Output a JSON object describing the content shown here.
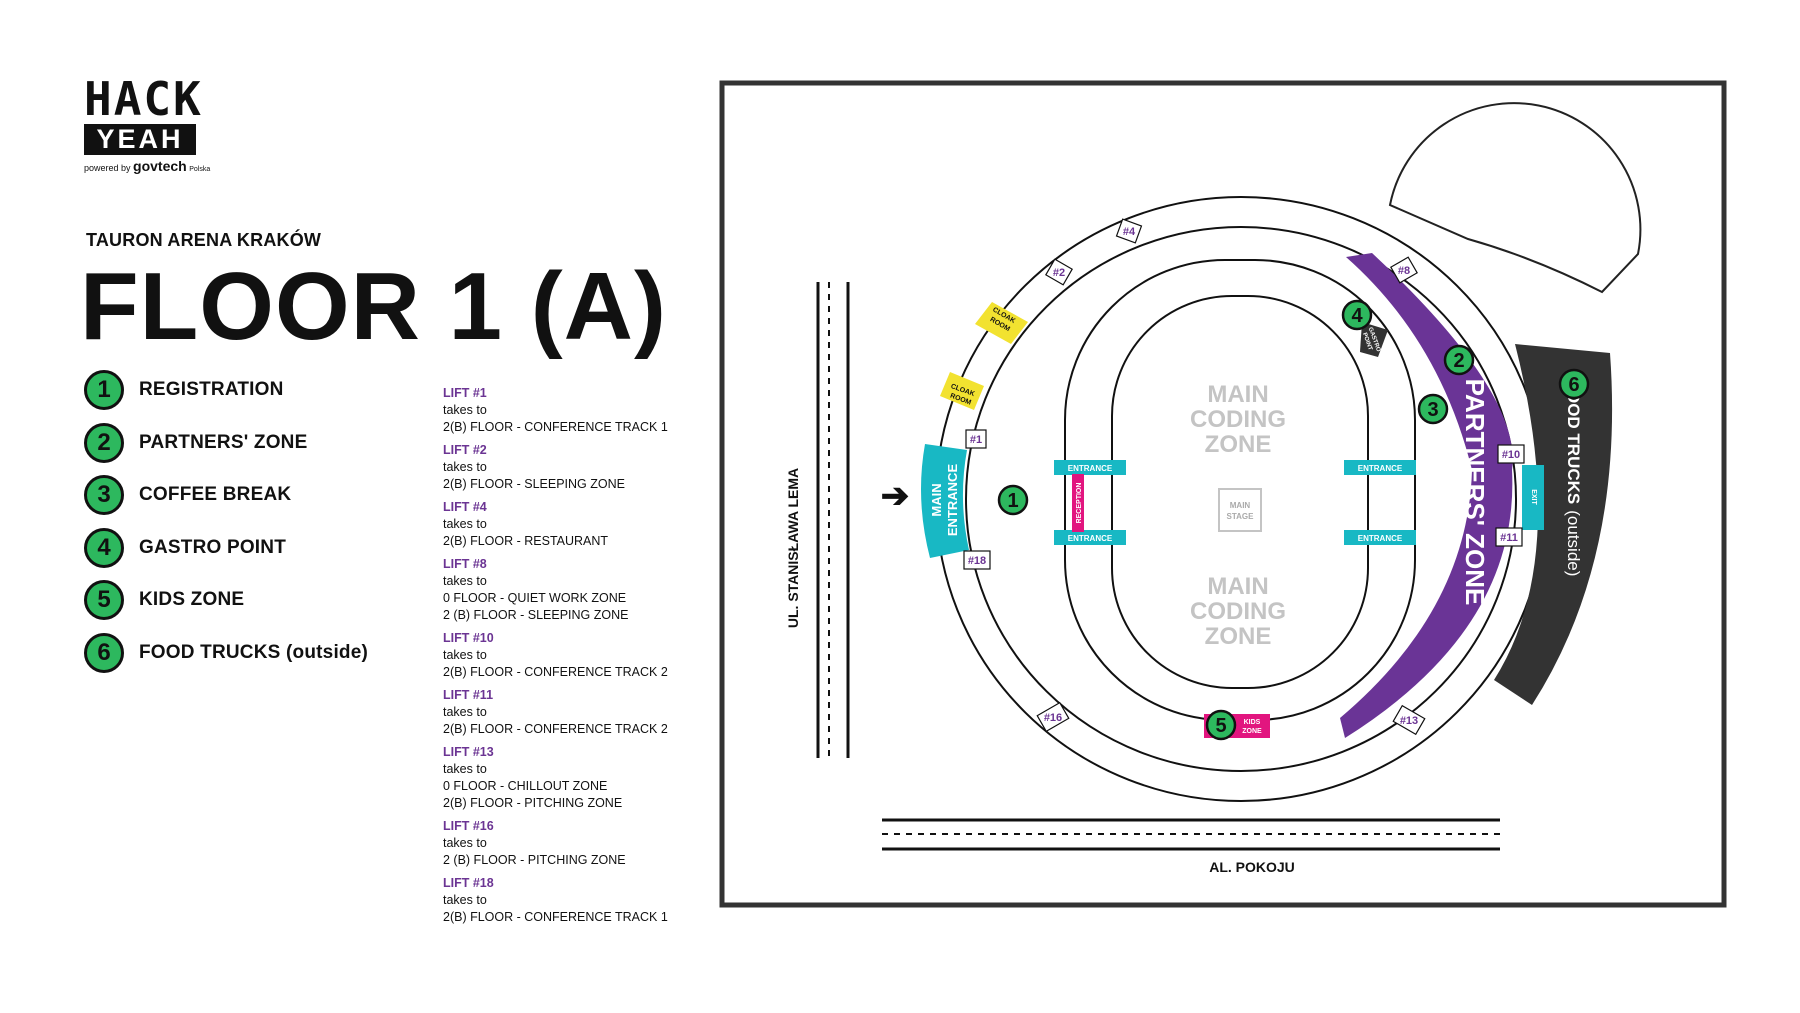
{
  "logo": {
    "hack": "HACK",
    "yeah": "YEAH",
    "powered_prefix": "powered by",
    "powered_brand": "govtech",
    "powered_sub": "Polska"
  },
  "venue": "TAURON ARENA KRAKÓW",
  "floor_title": "FLOOR 1 (A)",
  "legend": [
    {
      "num": "1",
      "label": "REGISTRATION"
    },
    {
      "num": "2",
      "label": "PARTNERS' ZONE"
    },
    {
      "num": "3",
      "label": "COFFEE BREAK"
    },
    {
      "num": "4",
      "label": "GASTRO POINT"
    },
    {
      "num": "5",
      "label": "KIDS ZONE"
    },
    {
      "num": "6",
      "label": "FOOD TRUCKS (outside)"
    }
  ],
  "lifts": [
    {
      "name": "LIFT #1",
      "lines": [
        "takes to",
        "2(B) FLOOR -  CONFERENCE TRACK 1"
      ]
    },
    {
      "name": "LIFT #2",
      "lines": [
        "takes to",
        "2(B) FLOOR - SLEEPING ZONE"
      ]
    },
    {
      "name": "LIFT #4",
      "lines": [
        "takes to",
        "2(B) FLOOR - RESTAURANT"
      ]
    },
    {
      "name": "LIFT #8",
      "lines": [
        "takes to",
        "0 FLOOR - QUIET WORK ZONE",
        "2 (B) FLOOR - SLEEPING ZONE"
      ]
    },
    {
      "name": "LIFT #10",
      "lines": [
        "takes to",
        "2(B) FLOOR -  CONFERENCE TRACK 2"
      ]
    },
    {
      "name": "LIFT #11",
      "lines": [
        "takes to",
        "2(B) FLOOR -  CONFERENCE TRACK 2"
      ]
    },
    {
      "name": "LIFT #13",
      "lines": [
        "takes to",
        "0 FLOOR - CHILLOUT ZONE",
        "2(B) FLOOR - PITCHING ZONE"
      ]
    },
    {
      "name": "LIFT #16",
      "lines": [
        "takes to",
        "2 (B) FLOOR - PITCHING ZONE"
      ]
    },
    {
      "name": "LIFT #18",
      "lines": [
        "takes to",
        "2(B) FLOOR -  CONFERENCE TRACK 1"
      ]
    }
  ],
  "map": {
    "street_left": "UL. STANISŁAWA LEMA",
    "street_bottom": "AL. POKOJU",
    "main_entrance": [
      "MAIN",
      "ENTRANCE"
    ],
    "main_coding_zone_top": [
      "MAIN",
      "CODING",
      "ZONE"
    ],
    "main_coding_zone_bottom": [
      "MAIN",
      "CODING",
      "ZONE"
    ],
    "main_stage": [
      "MAIN",
      "STAGE"
    ],
    "entrance": "ENTRANCE",
    "reception": "RECEPTION",
    "cloak_room": [
      "CLOAK",
      "ROOM"
    ],
    "gastro_point": [
      "GASTRO",
      "POINT"
    ],
    "kids_zone": [
      "KIDS",
      "ZONE"
    ],
    "partners_zone": "PARTNERS' ZONE",
    "coffee_break": "COFFEE BREAK",
    "food_trucks": "FOOD TRUCKS",
    "food_trucks_suffix": "(outside)",
    "exit": "EXIT",
    "lift_tags": [
      "#1",
      "#2",
      "#4",
      "#8",
      "#10",
      "#11",
      "#13",
      "#16",
      "#18"
    ],
    "markers": [
      "1",
      "2",
      "3",
      "4",
      "5",
      "6"
    ]
  },
  "colors": {
    "green": "#2db85e",
    "purple": "#6a3496",
    "cyan": "#18b8c4",
    "magenta": "#e2157f",
    "yellow": "#f2e230",
    "dark": "#333333",
    "lift_text": "#6b3493"
  }
}
